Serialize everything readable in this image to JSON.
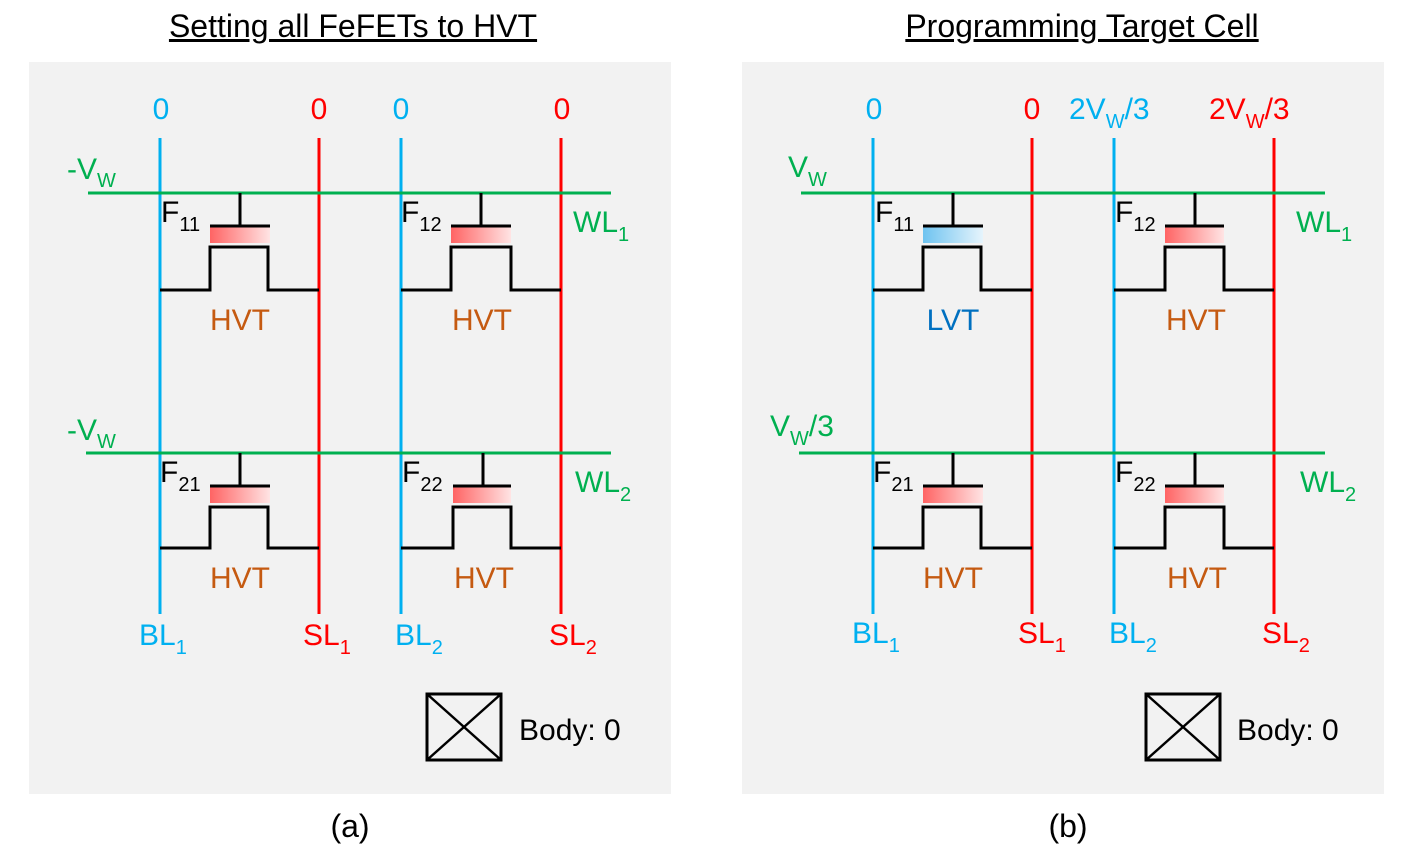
{
  "panel_a": {
    "title": "Setting all FeFETs to HVT",
    "caption": "(a)",
    "bl1_voltage": "0",
    "sl1_voltage": "0",
    "bl2_voltage": "0",
    "sl2_voltage": "0",
    "wl1_voltage_prefix": "-V",
    "wl1_voltage_sub": "W",
    "wl1_voltage_suffix": "",
    "wl2_voltage_prefix": "-V",
    "wl2_voltage_sub": "W",
    "wl2_voltage_suffix": "",
    "cells": {
      "f11": {
        "main": "F",
        "sub": "11",
        "state": "HVT"
      },
      "f12": {
        "main": "F",
        "sub": "12",
        "state": "HVT"
      },
      "f21": {
        "main": "F",
        "sub": "21",
        "state": "HVT"
      },
      "f22": {
        "main": "F",
        "sub": "22",
        "state": "HVT"
      }
    },
    "wl1": {
      "main": "WL",
      "sub": "1"
    },
    "wl2": {
      "main": "WL",
      "sub": "2"
    },
    "bl1": {
      "main": "BL",
      "sub": "1"
    },
    "sl1": {
      "main": "SL",
      "sub": "1"
    },
    "bl2": {
      "main": "BL",
      "sub": "2"
    },
    "sl2": {
      "main": "SL",
      "sub": "2"
    },
    "body_label": "Body: 0"
  },
  "panel_b": {
    "title": "Programming Target Cell",
    "caption": "(b)",
    "bl1_voltage": "0",
    "sl1_voltage": "0",
    "bl2_voltage_prefix": "2V",
    "bl2_voltage_sub": "W",
    "bl2_voltage_suffix": "/3",
    "sl2_voltage_prefix": "2V",
    "sl2_voltage_sub": "W",
    "sl2_voltage_suffix": "/3",
    "wl1_voltage_prefix": "V",
    "wl1_voltage_sub": "W",
    "wl1_voltage_suffix": "",
    "wl2_voltage_prefix": "V",
    "wl2_voltage_sub": "W",
    "wl2_voltage_suffix": "/3",
    "cells": {
      "f11": {
        "main": "F",
        "sub": "11",
        "state": "LVT"
      },
      "f12": {
        "main": "F",
        "sub": "12",
        "state": "HVT"
      },
      "f21": {
        "main": "F",
        "sub": "21",
        "state": "HVT"
      },
      "f22": {
        "main": "F",
        "sub": "22",
        "state": "HVT"
      }
    },
    "wl1": {
      "main": "WL",
      "sub": "1"
    },
    "wl2": {
      "main": "WL",
      "sub": "2"
    },
    "bl1": {
      "main": "BL",
      "sub": "1"
    },
    "sl1": {
      "main": "SL",
      "sub": "1"
    },
    "bl2": {
      "main": "BL",
      "sub": "2"
    },
    "sl2": {
      "main": "SL",
      "sub": "2"
    },
    "body_label": "Body: 0"
  },
  "colors": {
    "bit_line": "#00b0f0",
    "source_line": "#ff0000",
    "word_line": "#00b050",
    "hvt_text": "#c55a11",
    "lvt_text": "#0070c0",
    "hvt_fill": "#ff6b6b",
    "lvt_fill": "#7cc8f2",
    "panel_bg": "#f2f2f2"
  }
}
